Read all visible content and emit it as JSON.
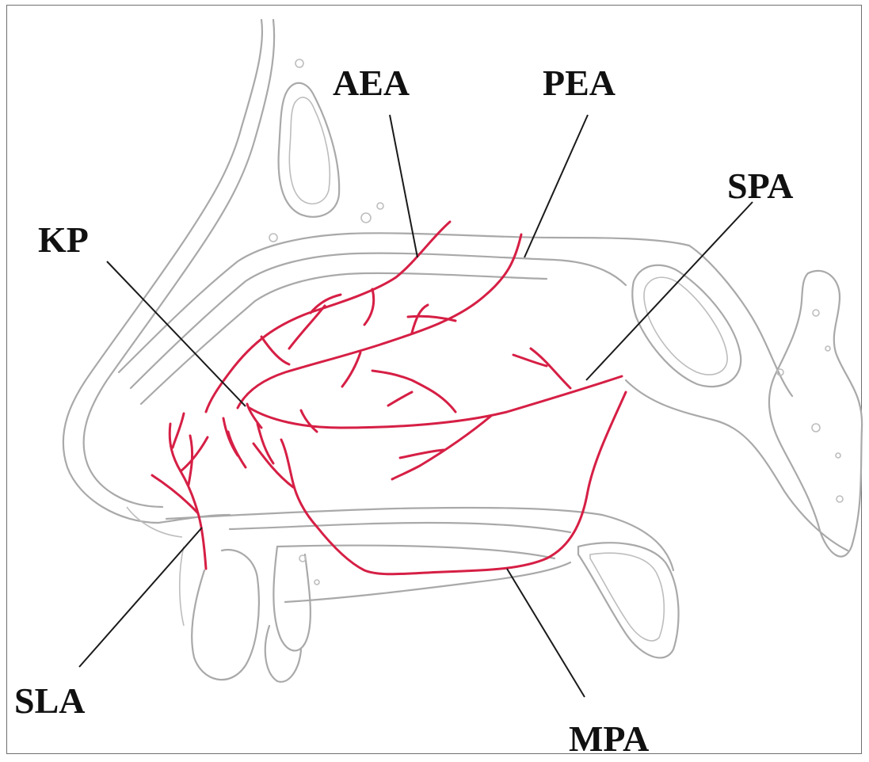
{
  "colors": {
    "vessel": "#d61f45",
    "outline": "#a9a9a9",
    "label": "#111111",
    "frame": "#6f6f6f"
  },
  "labels": {
    "aea": "AEA",
    "pea": "PEA",
    "spa": "SPA",
    "kp": "KP",
    "sla": "SLA",
    "mpa": "MPA"
  }
}
